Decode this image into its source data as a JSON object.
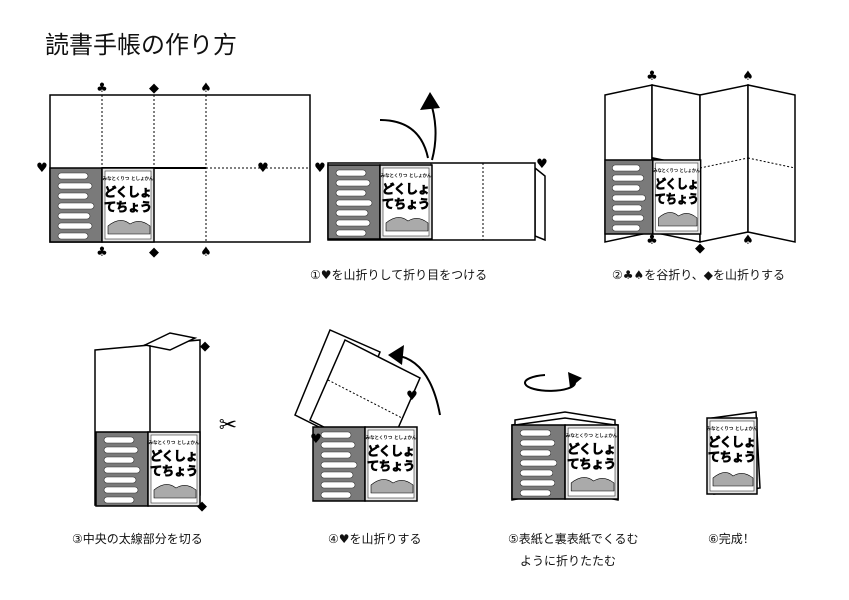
{
  "title": "読書手帳の作り方",
  "booklet": {
    "library": "みなとくりつ としょかん",
    "line1": "どくしょ",
    "line2": "てちょう"
  },
  "symbols": {
    "heart": "♥",
    "club": "♣",
    "diamond": "◆",
    "spade": "♠"
  },
  "steps": [
    {
      "caption": "①♥を山折りして折り目をつける"
    },
    {
      "caption": "②♣♠を谷折り、◆を山折りする"
    },
    {
      "caption": "③中央の太線部分を切る"
    },
    {
      "caption": "④♥を山折りする"
    },
    {
      "caption": "⑤表紙と裏表紙でくるむ",
      "caption2": "ように折りたたむ"
    },
    {
      "caption": "⑥完成！"
    }
  ],
  "colors": {
    "cover_gray": "#7a7a7a",
    "line": "#000000"
  }
}
